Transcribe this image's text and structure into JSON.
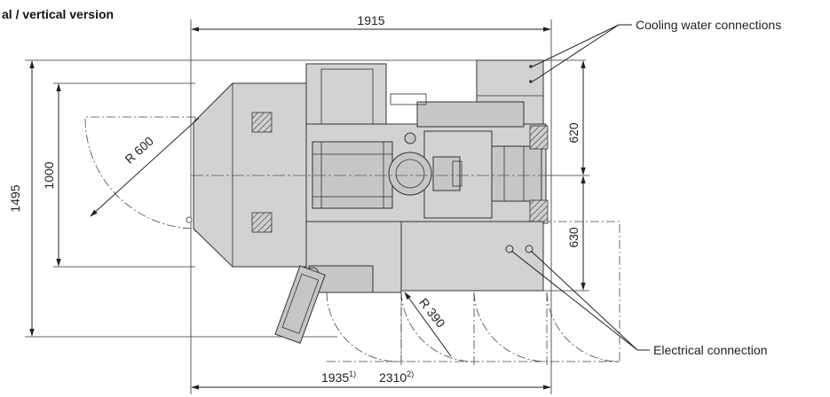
{
  "title": "al / vertical version",
  "dimensions": {
    "top_width": "1915",
    "height_total": "1495",
    "height_inner": "1000",
    "radius_top": "R 600",
    "right_upper": "620",
    "right_lower": "630",
    "radius_bottom": "R 390",
    "bottom_width_1": "1935",
    "bottom_width_1_note": "1)",
    "bottom_width_2": "2310",
    "bottom_width_2_note": "2)"
  },
  "callouts": {
    "cooling": "Cooling water connections",
    "electrical": "Electrical connection"
  },
  "colors": {
    "machine_fill": "#d2d2d2",
    "line": "#222222"
  }
}
